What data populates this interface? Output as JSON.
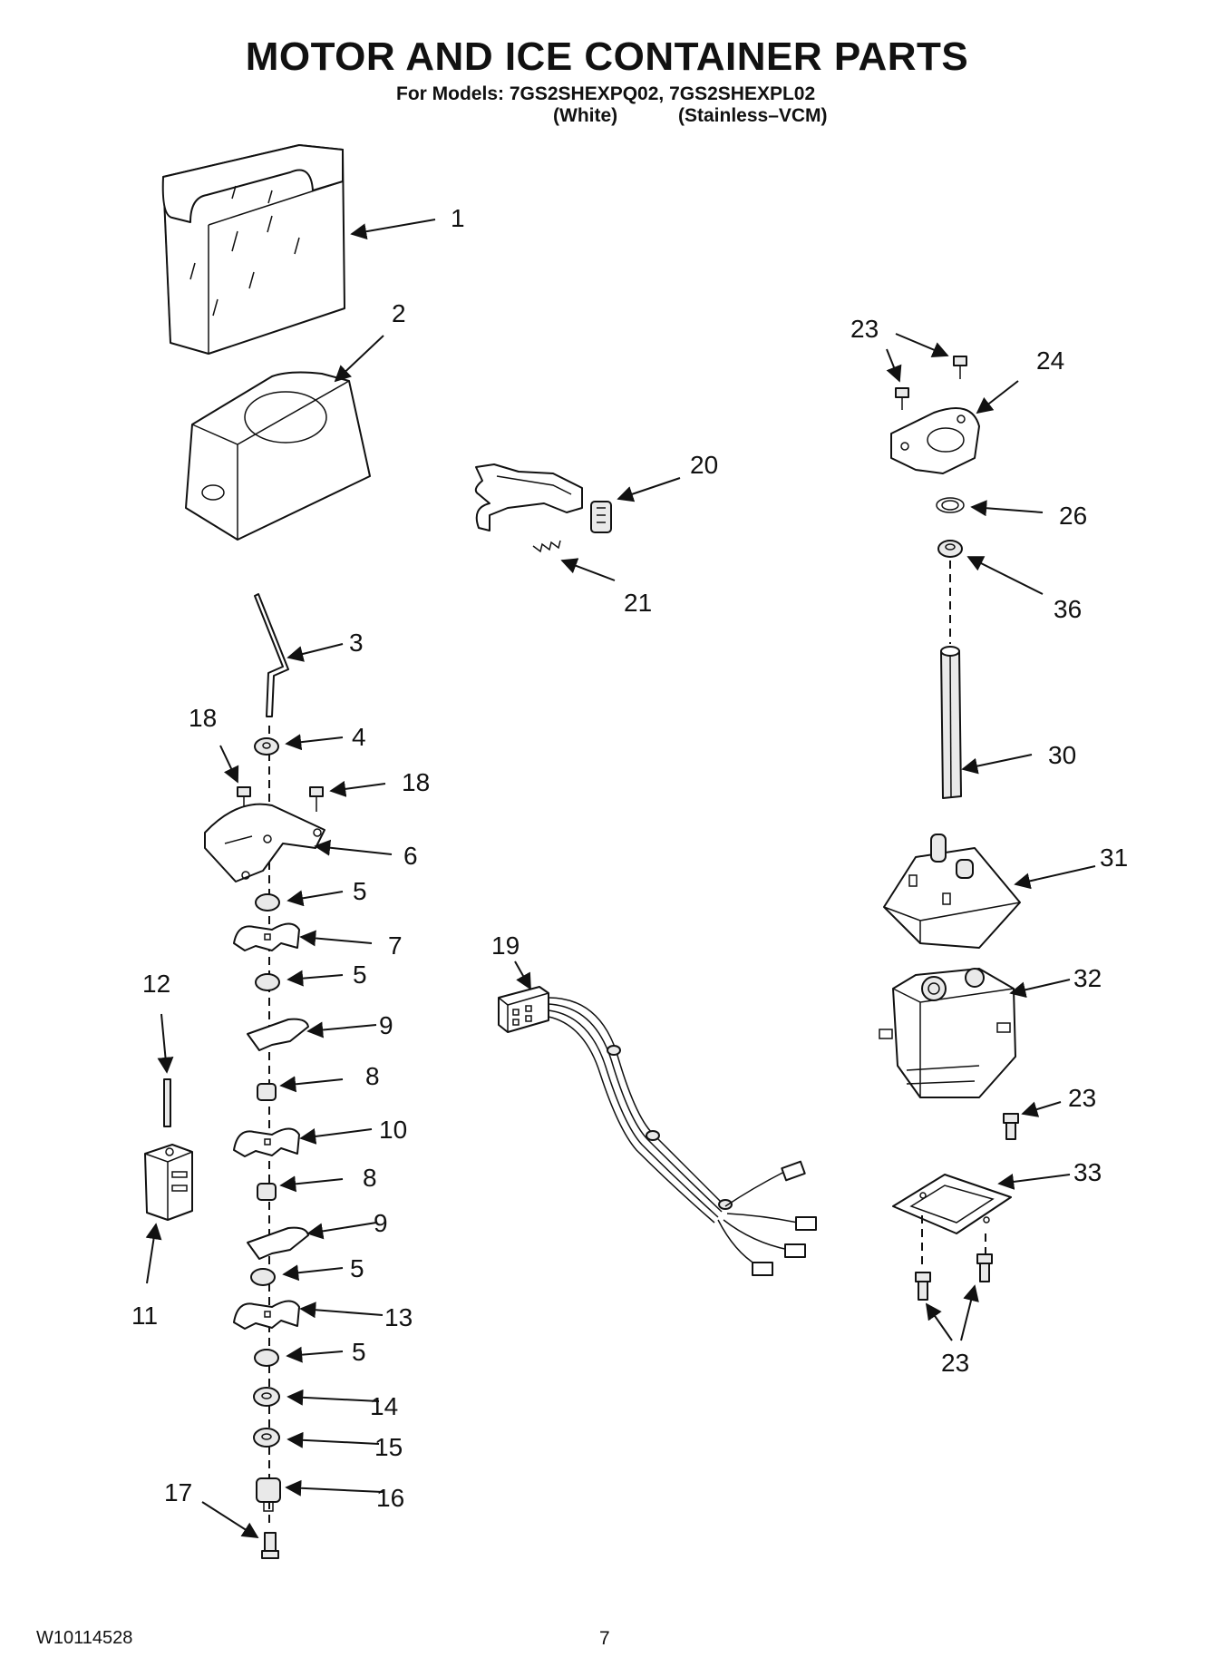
{
  "header": {
    "title": "MOTOR AND ICE CONTAINER PARTS",
    "models_line": "For Models: 7GS2SHEXPQ02, 7GS2SHEXPL02",
    "variant_1": "(White)",
    "variant_2": "(Stainless–VCM)"
  },
  "footer": {
    "doc_number": "W10114528",
    "page_number": "7"
  },
  "parts": [
    {
      "id": "p1",
      "number": "1",
      "depicts": "ice container"
    },
    {
      "id": "p2",
      "number": "2",
      "depicts": "container base"
    },
    {
      "id": "p3",
      "number": "3",
      "depicts": "auger rod"
    },
    {
      "id": "p4",
      "number": "4",
      "depicts": "spacer"
    },
    {
      "id": "p18a",
      "number": "18",
      "depicts": "screw"
    },
    {
      "id": "p18b",
      "number": "18",
      "depicts": "screw"
    },
    {
      "id": "p6",
      "number": "6",
      "depicts": "bracket"
    },
    {
      "id": "p5a",
      "number": "5",
      "depicts": "washer"
    },
    {
      "id": "p7",
      "number": "7",
      "depicts": "blade"
    },
    {
      "id": "p5b",
      "number": "5",
      "depicts": "washer"
    },
    {
      "id": "p12",
      "number": "12",
      "depicts": "pin"
    },
    {
      "id": "p9a",
      "number": "9",
      "depicts": "blade"
    },
    {
      "id": "p8a",
      "number": "8",
      "depicts": "spacer"
    },
    {
      "id": "p10",
      "number": "10",
      "depicts": "blade"
    },
    {
      "id": "p8b",
      "number": "8",
      "depicts": "spacer"
    },
    {
      "id": "p11",
      "number": "11",
      "depicts": "block"
    },
    {
      "id": "p9b",
      "number": "9",
      "depicts": "blade"
    },
    {
      "id": "p5c",
      "number": "5",
      "depicts": "washer"
    },
    {
      "id": "p13",
      "number": "13",
      "depicts": "blade"
    },
    {
      "id": "p5d",
      "number": "5",
      "depicts": "washer"
    },
    {
      "id": "p14",
      "number": "14",
      "depicts": "washer"
    },
    {
      "id": "p15",
      "number": "15",
      "depicts": "washer"
    },
    {
      "id": "p17",
      "number": "17",
      "depicts": "screw"
    },
    {
      "id": "p16",
      "number": "16",
      "depicts": "bearing"
    },
    {
      "id": "p20",
      "number": "20",
      "depicts": "switch bracket"
    },
    {
      "id": "p21",
      "number": "21",
      "depicts": "spring"
    },
    {
      "id": "p19",
      "number": "19",
      "depicts": "wire harness"
    },
    {
      "id": "p23a",
      "number": "23",
      "depicts": "screws"
    },
    {
      "id": "p24",
      "number": "24",
      "depicts": "mounting plate"
    },
    {
      "id": "p26",
      "number": "26",
      "depicts": "ring"
    },
    {
      "id": "p36",
      "number": "36",
      "depicts": "nut"
    },
    {
      "id": "p30",
      "number": "30",
      "depicts": "shaft"
    },
    {
      "id": "p31",
      "number": "31",
      "depicts": "motor cover"
    },
    {
      "id": "p32",
      "number": "32",
      "depicts": "motor"
    },
    {
      "id": "p23b",
      "number": "23",
      "depicts": "screw"
    },
    {
      "id": "p33",
      "number": "33",
      "depicts": "gasket"
    },
    {
      "id": "p23c",
      "number": "23",
      "depicts": "screws"
    }
  ]
}
